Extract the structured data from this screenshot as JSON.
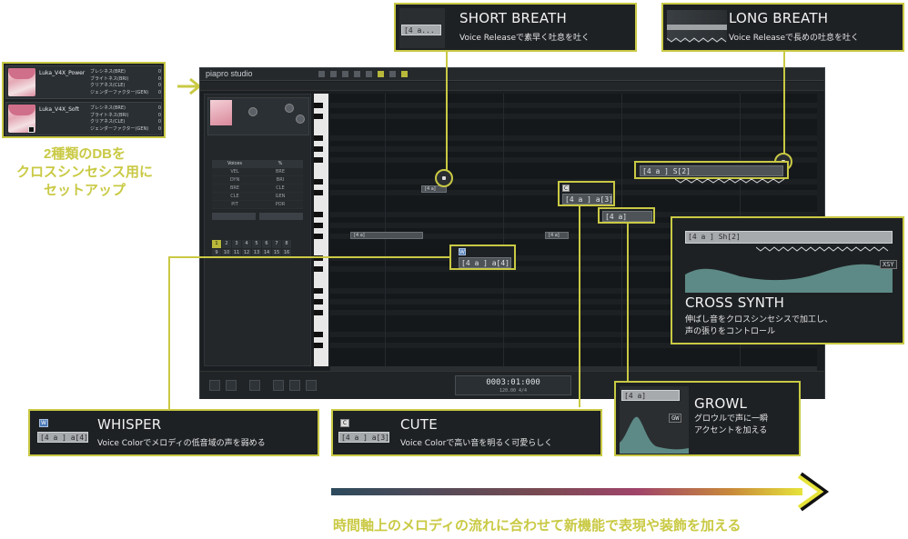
{
  "db_panel": {
    "rows": [
      {
        "name": "Luka_V4X_Power",
        "params": [
          {
            "label": "ブレシネス(BRE)",
            "value": "0"
          },
          {
            "label": "ブライトネス(BRI)",
            "value": "0"
          },
          {
            "label": "クリアネス(CLE)",
            "value": "0"
          },
          {
            "label": "ジェンダーファクター(GEN)",
            "value": "0"
          }
        ]
      },
      {
        "name": "Luka_V4X_Soft",
        "params": [
          {
            "label": "ブレシネス(BRE)",
            "value": "0"
          },
          {
            "label": "ブライトネス(BRI)",
            "value": "0"
          },
          {
            "label": "クリアネス(CLE)",
            "value": "0"
          },
          {
            "label": "ジェンダーファクター(GEN)",
            "value": "0"
          }
        ]
      }
    ],
    "caption_lines": [
      "2種類のDBを",
      "クロスシンセシス用に",
      "セットアップ"
    ]
  },
  "app": {
    "brand": "piapro studio",
    "clock_time": "0003:01:000",
    "clock_sub": "120.00  4/4",
    "voice_table": {
      "headers": [
        "Voices",
        "%"
      ],
      "rows": [
        [
          "VEL",
          "BRE"
        ],
        [
          "DYN",
          "BRI"
        ],
        [
          "BRE",
          "CLE"
        ],
        [
          "CLE",
          "GEN"
        ],
        [
          "PIT",
          "POR"
        ]
      ]
    },
    "number_grid": [
      [
        "1",
        "2",
        "3",
        "4",
        "5",
        "6",
        "7",
        "8"
      ],
      [
        "9",
        "10",
        "11",
        "12",
        "13",
        "14",
        "15",
        "16"
      ]
    ],
    "roll_notes": [
      {
        "text": "[4 a]"
      },
      {
        "text": "[4 a]"
      },
      {
        "text": "[4 a]"
      }
    ]
  },
  "callouts": {
    "short_breath": {
      "title": "SHORT BREATH",
      "desc": "Voice Releaseで素早く吐息を吐く",
      "chip": "[4 a..."
    },
    "long_breath": {
      "title": "LONG BREATH",
      "desc": "Voice Releaseで長めの吐息を吐く"
    },
    "cross_synth": {
      "title": "CROSS SYNTH",
      "desc_lines": [
        "伸ばし音をクロスシンセシスで加工し、",
        "声の張りをコントロール"
      ],
      "chip": "[4 a ] Sh[2]",
      "badge": "XSY"
    },
    "growl": {
      "title": "GROWL",
      "desc_lines": [
        "グロウルで声に一瞬",
        "アクセントを加える"
      ],
      "chip": "[4 a]",
      "badge": "GW"
    },
    "whisper": {
      "title": "WHISPER",
      "desc": "Voice Colorでメロディの低音域の声を弱める",
      "chip": "[4 a ] a[4]",
      "tag": "W"
    },
    "cute": {
      "title": "CUTE",
      "desc": "Voice Colorで高い音を明るく可愛らしく",
      "chip": "[4 a ] a[3]",
      "tag": "C"
    }
  },
  "timeline_notes": {
    "long_breath_bar": "[4 a ] S[2]",
    "cute_note_a": "[4 a ] a[3]",
    "cute_note_b": "[4 a]",
    "whisper_note": "[4 a ] a[4]",
    "short_note": "[4 a]"
  },
  "bottom_caption": "時間軸上のメロディの流れに合わせて新機能で表現や装飾を加える",
  "colors": {
    "accent": "#c9c944",
    "panel": "#1e2124",
    "chip": "#a7aaad"
  }
}
